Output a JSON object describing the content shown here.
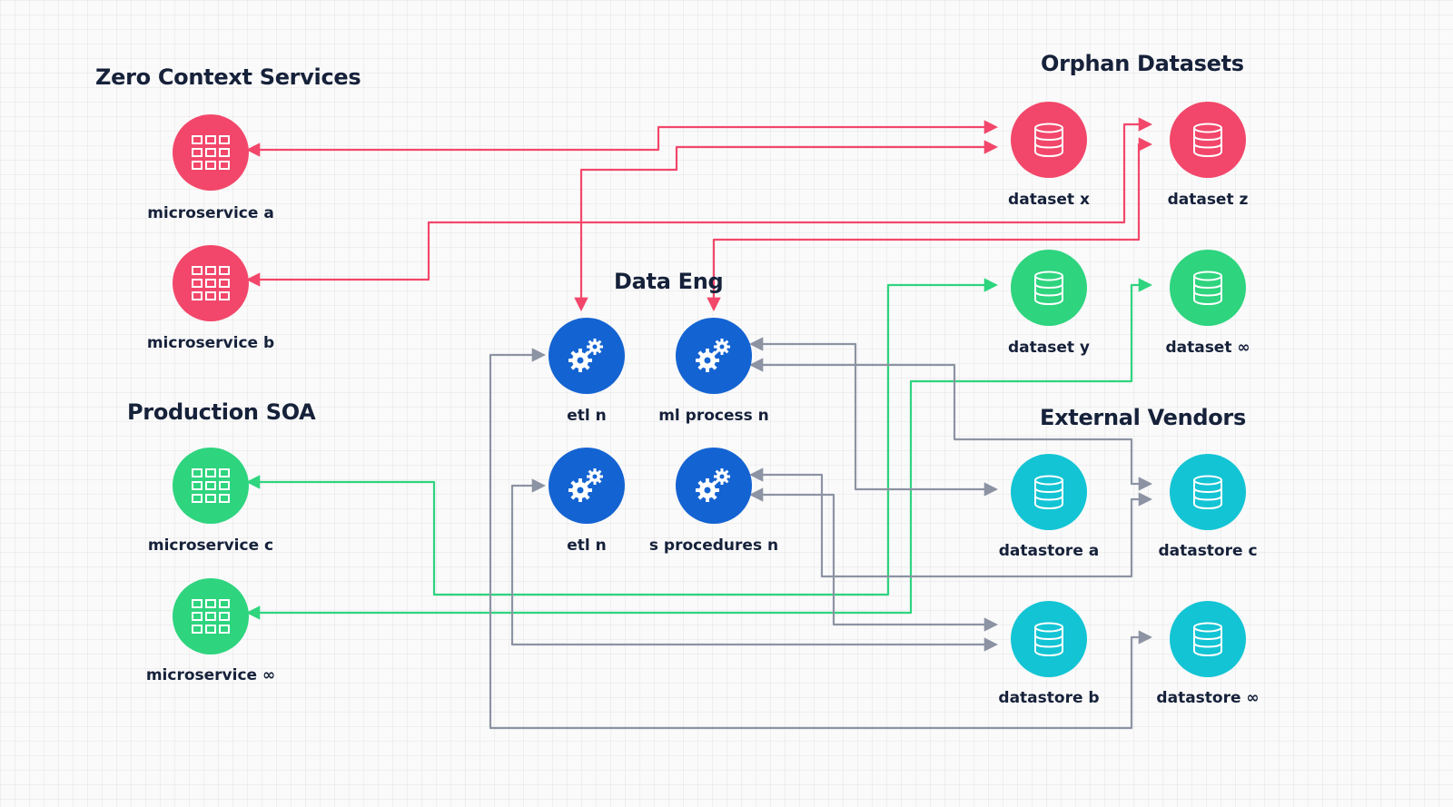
{
  "colors": {
    "pink": "#f2476a",
    "green": "#2ed47e",
    "blue": "#1463d2",
    "teal": "#13c4d4",
    "gray_wire": "#8c93a3",
    "text": "#16213a"
  },
  "groups": {
    "zero_context": "Zero Context Services",
    "orphan": "Orphan Datasets",
    "data_eng": "Data Eng",
    "production": "Production SOA",
    "vendors": "External Vendors"
  },
  "nodes": {
    "microservice_a": {
      "label": "microservice a",
      "icon": "grid-icon",
      "color": "pink"
    },
    "microservice_b": {
      "label": "microservice b",
      "icon": "grid-icon",
      "color": "pink"
    },
    "microservice_c": {
      "label": "microservice c",
      "icon": "grid-icon",
      "color": "green"
    },
    "microservice_inf": {
      "label": "microservice ∞",
      "icon": "grid-icon",
      "color": "green"
    },
    "etl_1": {
      "label": "etl n",
      "icon": "gears-icon",
      "color": "blue"
    },
    "ml_process": {
      "label": "ml process n",
      "icon": "gears-icon",
      "color": "blue"
    },
    "etl_2": {
      "label": "etl n",
      "icon": "gears-icon",
      "color": "blue"
    },
    "s_procedures": {
      "label": "s procedures n",
      "icon": "gears-icon",
      "color": "blue"
    },
    "dataset_x": {
      "label": "dataset x",
      "icon": "database-icon",
      "color": "pink"
    },
    "dataset_z": {
      "label": "dataset z",
      "icon": "database-icon",
      "color": "pink"
    },
    "dataset_y": {
      "label": "dataset y",
      "icon": "database-icon",
      "color": "green"
    },
    "dataset_inf": {
      "label": "dataset ∞",
      "icon": "database-icon",
      "color": "green"
    },
    "datastore_a": {
      "label": "datastore a",
      "icon": "database-icon",
      "color": "teal"
    },
    "datastore_c": {
      "label": "datastore c",
      "icon": "database-icon",
      "color": "teal"
    },
    "datastore_b": {
      "label": "datastore b",
      "icon": "database-icon",
      "color": "teal"
    },
    "datastore_inf": {
      "label": "datastore ∞",
      "icon": "database-icon",
      "color": "teal"
    }
  }
}
